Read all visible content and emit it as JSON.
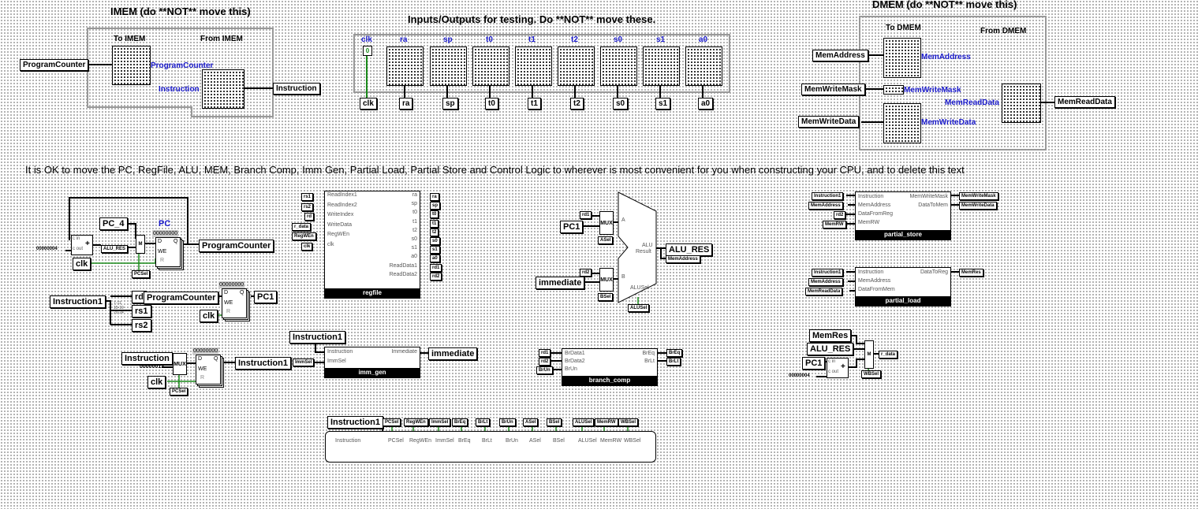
{
  "titles": {
    "imem": "IMEM (do **NOT** move this)",
    "io": "Inputs/Outputs for testing. Do **NOT** move these.",
    "dmem": "DMEM (do **NOT** move this)"
  },
  "note": "It is OK to move the PC, RegFile, ALU, MEM, Branch Comp, Imm Gen, Partial Load, Partial Store and Control Logic to wherever is most convenient for you when constructing your CPU, and to delete this text",
  "imem": {
    "to_label": "To IMEM",
    "from_label": "From IMEM",
    "pc_tunnel": "ProgramCounter",
    "pc_pin_label": "ProgramCounter",
    "instr_pin_label": "Instruction",
    "instr_tunnel": "Instruction"
  },
  "io": {
    "clk_header": "clk",
    "clk_value": "0",
    "headers": [
      "ra",
      "sp",
      "t0",
      "t1",
      "t2",
      "s0",
      "s1",
      "a0"
    ],
    "clk_tunnel": "clk",
    "tunnels": [
      "ra",
      "sp",
      "t0",
      "t1",
      "t2",
      "s0",
      "s1",
      "a0"
    ]
  },
  "dmem": {
    "to_label": "To DMEM",
    "from_label": "From DMEM",
    "mem_address": "MemAddress",
    "mem_write_mask": "MemWriteMask",
    "mem_write_data": "MemWriteData",
    "mem_read_data": "MemReadData",
    "pin_mem_address": "MemAddress",
    "pin_mem_write_mask": "MemWriteMask",
    "pin_mem_write_data": "MemWriteData",
    "pin_mem_read_data": "MemReadData"
  },
  "pc_section": {
    "pc4_tunnel": "PC_4",
    "pc_label": "PC",
    "reg_value": "00000000",
    "const4": "00000004",
    "alu_res": "ALU_RES",
    "pcsel": "PCSel",
    "clk": "clk",
    "program_counter": "ProgramCounter",
    "d": "D",
    "q": "Q",
    "we": "WE",
    "r": "R",
    "adder_c_in": "c in",
    "adder_c_out": "c out"
  },
  "pc1_section": {
    "instruction1": "Instruction1",
    "rd": "rd",
    "rs1": "rs1",
    "rs2": "rs2",
    "program_counter": "ProgramCounter",
    "reg_value": "00000000",
    "clk": "clk",
    "pc1": "PC1",
    "splitter_bits": [
      "7-11",
      "15-19",
      "20-24"
    ]
  },
  "instr_section": {
    "instruction": "Instruction",
    "const13": "00000013",
    "mux": "MUX",
    "reg_value": "00000000",
    "clk": "clk",
    "pcsel": "PCSel",
    "instruction1": "Instruction1"
  },
  "regfile": {
    "name": "regfile",
    "inputs": [
      "ReadIndex1",
      "ReadIndex2",
      "WriteIndex",
      "WriteData",
      "RegWEn",
      "clk"
    ],
    "input_tunnels": [
      "rs1",
      "rs2",
      "rd",
      "r_data",
      "RegWEn",
      "clk"
    ],
    "outputs": [
      "ra",
      "sp",
      "t0",
      "t1",
      "t2",
      "s0",
      "s1",
      "a0",
      "ReadData1",
      "ReadData2"
    ],
    "output_tunnels": [
      "ra",
      "sp",
      "t0",
      "t1",
      "t2",
      "s0",
      "s1",
      "a0",
      "rd1",
      "rd2"
    ]
  },
  "imm_gen": {
    "name": "imm_gen",
    "instruction1": "Instruction1",
    "inputs": [
      "Instruction",
      "ImmSel"
    ],
    "output": "Immediate",
    "immsel_tunnel": "ImmSel",
    "immediate_tunnel": "immediate"
  },
  "alu": {
    "rd1": "rd1",
    "pc1": "PC1",
    "asel": "ASel",
    "a": "A",
    "rd2": "rd2",
    "immediate": "immediate",
    "bsel": "BSel",
    "b": "B",
    "mux": "MUX",
    "alu_label": "ALU",
    "result_label": "Result",
    "alusel_label": "ALUSel",
    "alusel_tunnel": "ALUSel",
    "alu_res": "ALU_RES",
    "mem_address": "MemAddress"
  },
  "branch_comp": {
    "name": "branch_comp",
    "inputs": [
      "BrData1",
      "BrData2",
      "BrUn"
    ],
    "input_tunnels": [
      "rd1",
      "rd2",
      "BrUn"
    ],
    "outputs": [
      "BrEq",
      "BrLt"
    ],
    "output_tunnels": [
      "BrEq",
      "BrLt"
    ]
  },
  "partial_store": {
    "name": "partial_store",
    "inputs": [
      "Instruction",
      "MemAddress",
      "DataFromReg",
      "MemRW"
    ],
    "input_tunnels": [
      "Instruction1",
      "MemAddress",
      "rd2",
      "MemRW"
    ],
    "outputs": [
      "MemWriteMask",
      "DataToMem"
    ],
    "output_tunnels": [
      "MemWriteMask",
      "MemWriteData"
    ]
  },
  "partial_load": {
    "name": "partial_load",
    "inputs": [
      "Instruction",
      "MemAddress",
      "DataFromMem"
    ],
    "input_tunnels": [
      "Instruction1",
      "MemAddress",
      "MemReadData"
    ],
    "output": "DataToReg",
    "output_tunnel": "MemRes"
  },
  "writeback": {
    "memres": "MemRes",
    "alu_res": "ALU_RES",
    "pc1": "PC1",
    "const4": "00000004",
    "r_data": "r_data",
    "wbsel": "WBSel",
    "adder_c_in": "c in",
    "adder_c_out": "c out"
  },
  "control": {
    "instruction1": "Instruction1",
    "top_tunnels": [
      "PCSel",
      "RegWEn",
      "ImmSel",
      "BrEq",
      "BrLt",
      "BrUn",
      "ASel",
      "BSel",
      "ALUSel",
      "MemRW",
      "WBSel"
    ],
    "ports": [
      "Instruction",
      "PCSel",
      "RegWEn",
      "ImmSel",
      "BrEq",
      "BrLt",
      "BrUn",
      "ASel",
      "BSel",
      "ALUSel",
      "MemRW",
      "WBSel"
    ]
  },
  "colors": {
    "wire": "#000000",
    "wire_active": "#1a8a1a",
    "label_blue": "#1a1acc"
  }
}
